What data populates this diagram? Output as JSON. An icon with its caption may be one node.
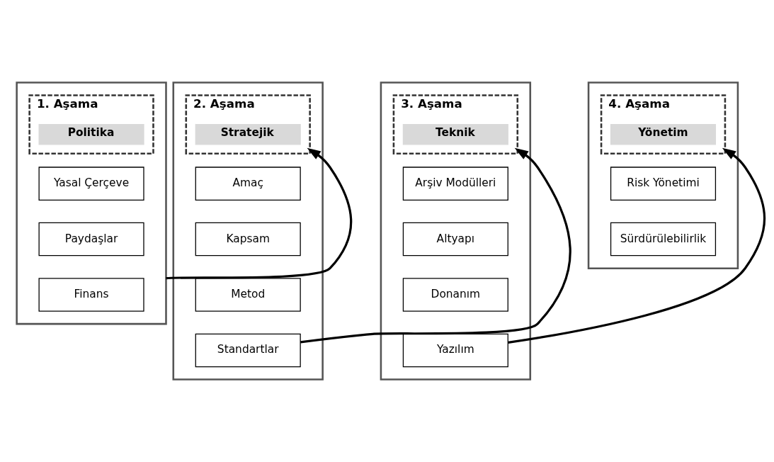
{
  "diagram": {
    "nodes": [
      {
        "text": [],
        "shape": "box"
      },
      {
        "text": [
          "1. Aşama"
        ],
        "in": 0
      },
      {
        "text": [
          "Politika"
        ],
        "in": 1
      },
      {
        "text": [
          "Yasal Çerçeve"
        ],
        "in": 0
      },
      {
        "text": [
          "Paydaşlar"
        ],
        "in": 0
      },
      {
        "text": [
          "Finans"
        ],
        "in": 0
      },
      {
        "text": [],
        "shape": "box"
      },
      {
        "text": [
          "2. Aşama"
        ],
        "in": 6
      },
      {
        "text": [
          "Stratejik"
        ],
        "in": 7
      },
      {
        "text": [
          "Amaç"
        ],
        "in": 6
      },
      {
        "text": [
          "Kapsam"
        ],
        "in": 6
      },
      {
        "text": [
          "Metod"
        ],
        "in": 6
      },
      {
        "text": [
          "Standartlar"
        ],
        "in": 6
      },
      {
        "text": [],
        "shape": "box"
      },
      {
        "text": [
          "3. Aşama"
        ],
        "in": 13
      },
      {
        "text": [
          "Teknik"
        ],
        "in": 14
      },
      {
        "text": [
          "Arşiv Modülleri"
        ],
        "in": 13
      },
      {
        "text": [
          "Altyapı"
        ],
        "in": 13
      },
      {
        "text": [
          "Donanım"
        ],
        "in": 13
      },
      {
        "text": [
          "Yazılım"
        ],
        "in": 13
      },
      {
        "text": [],
        "shape": "box"
      },
      {
        "text": [
          "4. Aşama"
        ],
        "in": 20
      },
      {
        "text": [
          "Yönetim"
        ],
        "in": 21
      },
      {
        "text": [
          "Risk Yönetimi"
        ],
        "in": 20
      },
      {
        "text": [
          "Sürdürülebilirlik"
        ],
        "in": 20
      }
    ],
    "edges": [
      {
        "from": 0,
        "to": 7,
        "arrow": "to"
      },
      {
        "from": 12,
        "to": 14,
        "arrow": "to"
      },
      {
        "from": 19,
        "to": 21,
        "arrow": "to"
      }
    ]
  }
}
